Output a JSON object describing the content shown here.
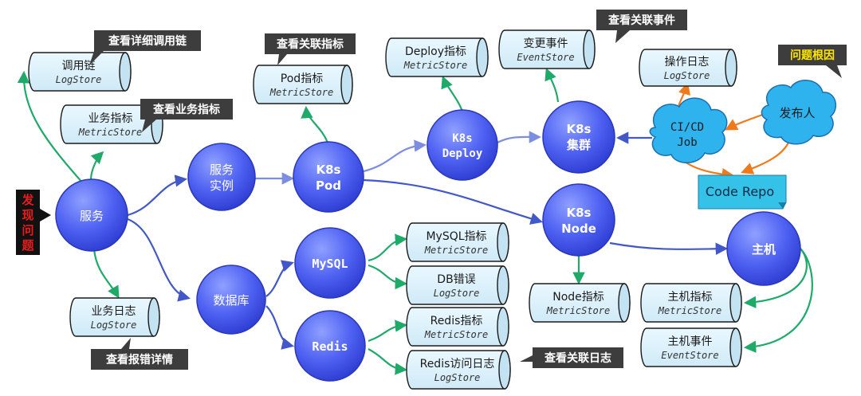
{
  "colors": {
    "node_fill": "#4a5cf0",
    "node_edge": "#2a37b8",
    "store_fill": "#ddf1fb",
    "store_edge": "#1b1b1b",
    "green": "#1faa6a",
    "blue": "#4358c8",
    "orange": "#f07a1a",
    "callout": "#3d3d3d",
    "cloud": "#2fb3ef",
    "repo": "#34c2e8"
  },
  "nodes": {
    "service": "服务",
    "service_instance": [
      "服务",
      "实例"
    ],
    "database": "数据库",
    "k8s_pod": [
      "K8s",
      "Pod"
    ],
    "mysql": "MySQL",
    "redis": "Redis",
    "k8s_deploy": [
      "K8s",
      "Deploy"
    ],
    "k8s_cluster": [
      "K8s",
      "集群"
    ],
    "k8s_node": [
      "K8s",
      "Node"
    ],
    "host": "主机"
  },
  "stores": {
    "trace": {
      "title": "调用链",
      "type": "LogStore"
    },
    "biz_metric": {
      "title": "业务指标",
      "type": "MetricStore"
    },
    "biz_log": {
      "title": "业务日志",
      "type": "LogStore"
    },
    "pod_metric": {
      "title": "Pod指标",
      "type": "MetricStore"
    },
    "deploy_metric": {
      "title": "Deploy指标",
      "type": "MetricStore"
    },
    "change_event": {
      "title": "变更事件",
      "type": "EventStore"
    },
    "op_log": {
      "title": "操作日志",
      "type": "LogStore"
    },
    "mysql_metric": {
      "title": "MySQL指标",
      "type": "MetricStore"
    },
    "db_error": {
      "title": "DB错误",
      "type": "LogStore"
    },
    "redis_metric": {
      "title": "Redis指标",
      "type": "MetricStore"
    },
    "redis_log": {
      "title": "Redis访问日志",
      "type": "LogStore"
    },
    "node_metric": {
      "title": "Node指标",
      "type": "MetricStore"
    },
    "host_metric": {
      "title": "主机指标",
      "type": "MetricStore"
    },
    "host_event": {
      "title": "主机事件",
      "type": "EventStore"
    }
  },
  "callouts": {
    "view_trace": "查看详细调用链",
    "view_biz_metric": "查看业务指标",
    "view_error": "查看报错详情",
    "view_related_metric": "查看关联指标",
    "view_related_event": "查看关联事件",
    "view_related_log": "查看关联日志",
    "root_cause": "问题根因",
    "discover": [
      "发",
      "现",
      "问",
      "题"
    ]
  },
  "clouds": {
    "cicd": [
      "CI/CD",
      "Job"
    ],
    "publisher": "发布人"
  },
  "repo": "Code Repo"
}
